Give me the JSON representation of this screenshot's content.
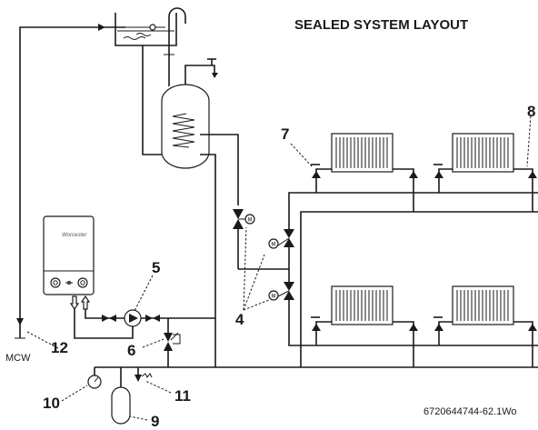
{
  "title": "SEALED SYSTEM LAYOUT",
  "reference": "6720644744-62.1Wo",
  "boiler_logo": "Worcester",
  "cold_main_label": "MCW",
  "callouts": {
    "n4": "4",
    "n5": "5",
    "n6": "6",
    "n7": "7",
    "n8": "8",
    "n9": "9",
    "n10": "10",
    "n11": "11",
    "n12": "12"
  },
  "colors": {
    "line": "#1a1a1a",
    "background": "#ffffff"
  }
}
